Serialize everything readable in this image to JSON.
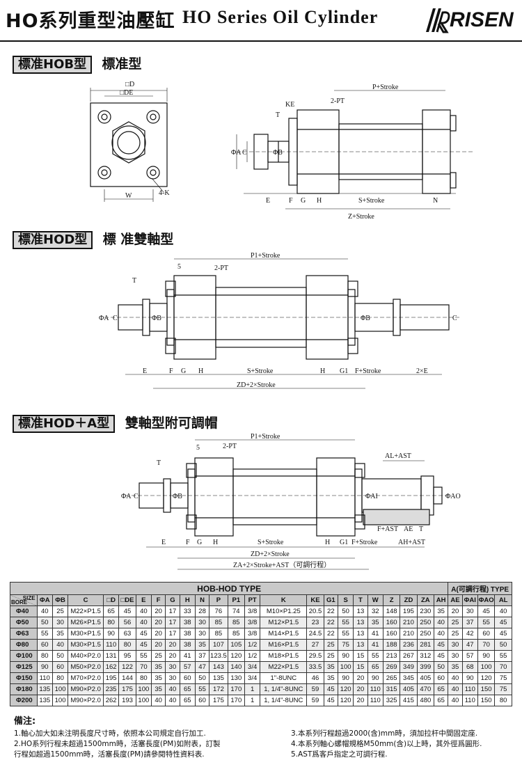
{
  "header": {
    "title_zh": "HO系列重型油壓缸",
    "title_en": "HO Series Oil Cylinder",
    "brand": "RISEN"
  },
  "sections": [
    {
      "tag": "標准HOB型",
      "title": "標准型"
    },
    {
      "tag": "標准HOD型",
      "title": "標 准雙軸型"
    },
    {
      "tag": "標准HOD＋A型",
      "title": "雙軸型附可調帽"
    }
  ],
  "drawing_labels": {
    "D": "□D",
    "DE": "□DE",
    "W": "W",
    "fourK": "4-K",
    "P_stroke": "P+Stroke",
    "KE": "KE",
    "twoPT": "2-PT",
    "T": "T",
    "phiA": "ΦA",
    "C": "C",
    "phiB": "ΦB",
    "E": "E",
    "F": "F",
    "G": "G",
    "H": "H",
    "S_stroke": "S+Stroke",
    "N": "N",
    "Z_stroke": "Z+Stroke",
    "P1_stroke": "P1+Stroke",
    "five": "5",
    "G1": "G1",
    "F_stroke": "F+Stroke",
    "two_E": "2×E",
    "ZD_stroke": "ZD+2×Stroke",
    "AL_AST": "AL+AST",
    "phiAI": "ΦAI",
    "phiAO": "ΦAO",
    "F_AST": "F+AST",
    "AE": "AE",
    "AH_AST": "AH+AST",
    "ZA_stroke": "ZA+2×Stroke+AST（可調行程）"
  },
  "table": {
    "type_title": "HOB-HOD TYPE",
    "a_title": "A(可調行程) TYPE",
    "corner_size": "SIZE",
    "corner_bore": "BORE",
    "columns": [
      "ΦA",
      "ΦB",
      "C",
      "□D",
      "□DE",
      "E",
      "F",
      "G",
      "H",
      "N",
      "P",
      "P1",
      "PT",
      "K",
      "KE",
      "G1",
      "S",
      "T",
      "W",
      "Z",
      "ZD",
      "ZA",
      "AH",
      "AE",
      "ΦAI",
      "ΦAO",
      "AL"
    ],
    "rows": [
      {
        "bore": "Φ40",
        "cells": [
          "40",
          "25",
          "M22×P1.5",
          "65",
          "45",
          "40",
          "20",
          "17",
          "33",
          "28",
          "76",
          "74",
          "3/8",
          "M10×P1.25",
          "20.5",
          "22",
          "50",
          "13",
          "32",
          "148",
          "195",
          "230",
          "35",
          "20",
          "30",
          "45",
          "40"
        ]
      },
      {
        "bore": "Φ50",
        "cells": [
          "50",
          "30",
          "M26×P1.5",
          "80",
          "56",
          "40",
          "20",
          "17",
          "38",
          "30",
          "85",
          "85",
          "3/8",
          "M12×P1.5",
          "23",
          "22",
          "55",
          "13",
          "35",
          "160",
          "210",
          "250",
          "40",
          "25",
          "37",
          "55",
          "45"
        ]
      },
      {
        "bore": "Φ63",
        "cells": [
          "55",
          "35",
          "M30×P1.5",
          "90",
          "63",
          "45",
          "20",
          "17",
          "38",
          "30",
          "85",
          "85",
          "3/8",
          "M14×P1.5",
          "24.5",
          "22",
          "55",
          "13",
          "41",
          "160",
          "210",
          "250",
          "40",
          "25",
          "42",
          "60",
          "45"
        ]
      },
      {
        "bore": "Φ80",
        "cells": [
          "60",
          "40",
          "M30×P1.5",
          "110",
          "80",
          "45",
          "20",
          "20",
          "38",
          "35",
          "107",
          "105",
          "1/2",
          "M16×P1.5",
          "27",
          "25",
          "75",
          "13",
          "41",
          "188",
          "236",
          "281",
          "45",
          "30",
          "47",
          "70",
          "50"
        ]
      },
      {
        "bore": "Φ100",
        "cells": [
          "80",
          "50",
          "M40×P2.0",
          "131",
          "95",
          "55",
          "25",
          "20",
          "41",
          "37",
          "123.5",
          "120",
          "1/2",
          "M18×P1.5",
          "29.5",
          "25",
          "90",
          "15",
          "55",
          "213",
          "267",
          "312",
          "45",
          "30",
          "57",
          "90",
          "55"
        ]
      },
      {
        "bore": "Φ125",
        "cells": [
          "90",
          "60",
          "M50×P2.0",
          "162",
          "122",
          "70",
          "35",
          "30",
          "57",
          "47",
          "143",
          "140",
          "3/4",
          "M22×P1.5",
          "33.5",
          "35",
          "100",
          "15",
          "65",
          "269",
          "349",
          "399",
          "50",
          "35",
          "68",
          "100",
          "70"
        ]
      },
      {
        "bore": "Φ150",
        "cells": [
          "110",
          "80",
          "M70×P2.0",
          "195",
          "144",
          "80",
          "35",
          "30",
          "60",
          "50",
          "135",
          "130",
          "3/4",
          "1\"-8UNC",
          "46",
          "35",
          "90",
          "20",
          "90",
          "265",
          "345",
          "405",
          "60",
          "40",
          "90",
          "120",
          "75"
        ]
      },
      {
        "bore": "Φ180",
        "cells": [
          "135",
          "100",
          "M90×P2.0",
          "235",
          "175",
          "100",
          "35",
          "40",
          "65",
          "55",
          "172",
          "170",
          "1",
          "1, 1/4\"-8UNC",
          "59",
          "45",
          "120",
          "20",
          "110",
          "315",
          "405",
          "470",
          "65",
          "40",
          "110",
          "150",
          "75"
        ]
      },
      {
        "bore": "Φ200",
        "cells": [
          "135",
          "100",
          "M90×P2.0",
          "262",
          "193",
          "100",
          "40",
          "40",
          "65",
          "60",
          "175",
          "170",
          "1",
          "1, 1/4\"-8UNC",
          "59",
          "45",
          "120",
          "20",
          "110",
          "325",
          "415",
          "480",
          "65",
          "40",
          "110",
          "150",
          "80"
        ]
      }
    ]
  },
  "notes": {
    "heading": "備注:",
    "left": [
      "1.軸心加大如未注明長度尺寸時，依照本公司規定自行加工.",
      "2.HO系列行程未超過1500mm時，活塞長度(PM)如附表，訂製",
      "  行程如超過1500mm時，活塞長度(PM)請參閱特性資料表."
    ],
    "right": [
      "3.本系列行程超過2000(含)mm時，須加拉杆中間固定座.",
      "4.本系列軸心螺帽規格M50mm(含)以上時，其外徑爲圓形.",
      "5.AST爲客戶指定之可調行程."
    ]
  }
}
